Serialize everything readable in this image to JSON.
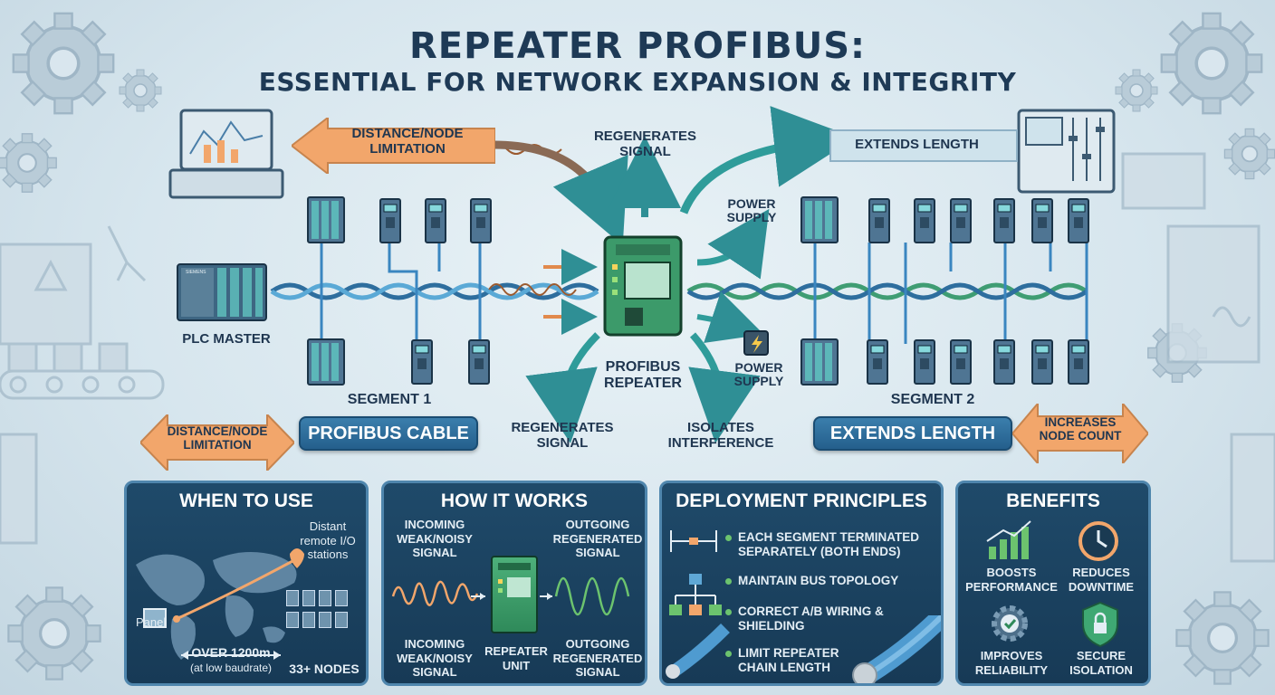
{
  "title": {
    "line1": "REPEATER PROFIBUS:",
    "line2": "ESSENTIAL FOR NETWORK EXPANSION & INTEGRITY"
  },
  "diagram": {
    "top_left_arrow": "DISTANCE/NODE LIMITATION",
    "top_regenerates": "REGENERATES SIGNAL",
    "top_extends": "EXTENDS LENGTH",
    "power_supply_top": "POWER SUPPLY",
    "plc_master": "PLC MASTER",
    "plc_brand": "SIEMENS",
    "repeater_label": "PROFIBUS REPEATER",
    "power_supply_bottom": "POWER SUPPLY",
    "segment1": "SEGMENT 1",
    "segment2": "SEGMENT 2",
    "bottom_left_arrow": "DISTANCE/NODE LIMITATION",
    "profibus_cable": "PROFIBUS CABLE",
    "bottom_regenerates": "REGENERATES SIGNAL",
    "isolates": "ISOLATES INTERFERENCE",
    "bottom_extends": "EXTENDS LENGTH",
    "increases": "INCREASES NODE COUNT"
  },
  "panels": {
    "when": {
      "title": "WHEN TO USE",
      "distant": "Distant remote I/O stations",
      "panel": "Panel",
      "distance": "OVER 1200m",
      "baud": "(at low baudrate)",
      "nodes": "33+ NODES"
    },
    "how": {
      "title": "HOW IT WORKS",
      "in_top": "INCOMING WEAK/NOISY SIGNAL",
      "out_top": "OUTGOING REGENERATED SIGNAL",
      "in_bottom": "INCOMING WEAK/NOISY SIGNAL",
      "unit": "REPEATER UNIT",
      "out_bottom": "OUTGOING REGENERATED SIGNAL"
    },
    "deploy": {
      "title": "DEPLOYMENT PRINCIPLES",
      "items": [
        "EACH SEGMENT TERMINATED SEPARATELY (BOTH ENDS)",
        "MAINTAIN BUS TOPOLOGY",
        "CORRECT A/B WIRING & SHIELDING",
        "LIMIT REPEATER CHAIN LENGTH"
      ]
    },
    "benefits": {
      "title": "BENEFITS",
      "items": [
        "BOOSTS PERFORMANCE",
        "REDUCES DOWNTIME",
        "IMPROVES RELIABILITY",
        "SECURE ISOLATION"
      ]
    }
  },
  "colors": {
    "navy": "#1e3a56",
    "orange": "#f2a66b",
    "teal": "#2f9c9a",
    "green": "#6cc36e",
    "panel": "#1f4a6a"
  }
}
